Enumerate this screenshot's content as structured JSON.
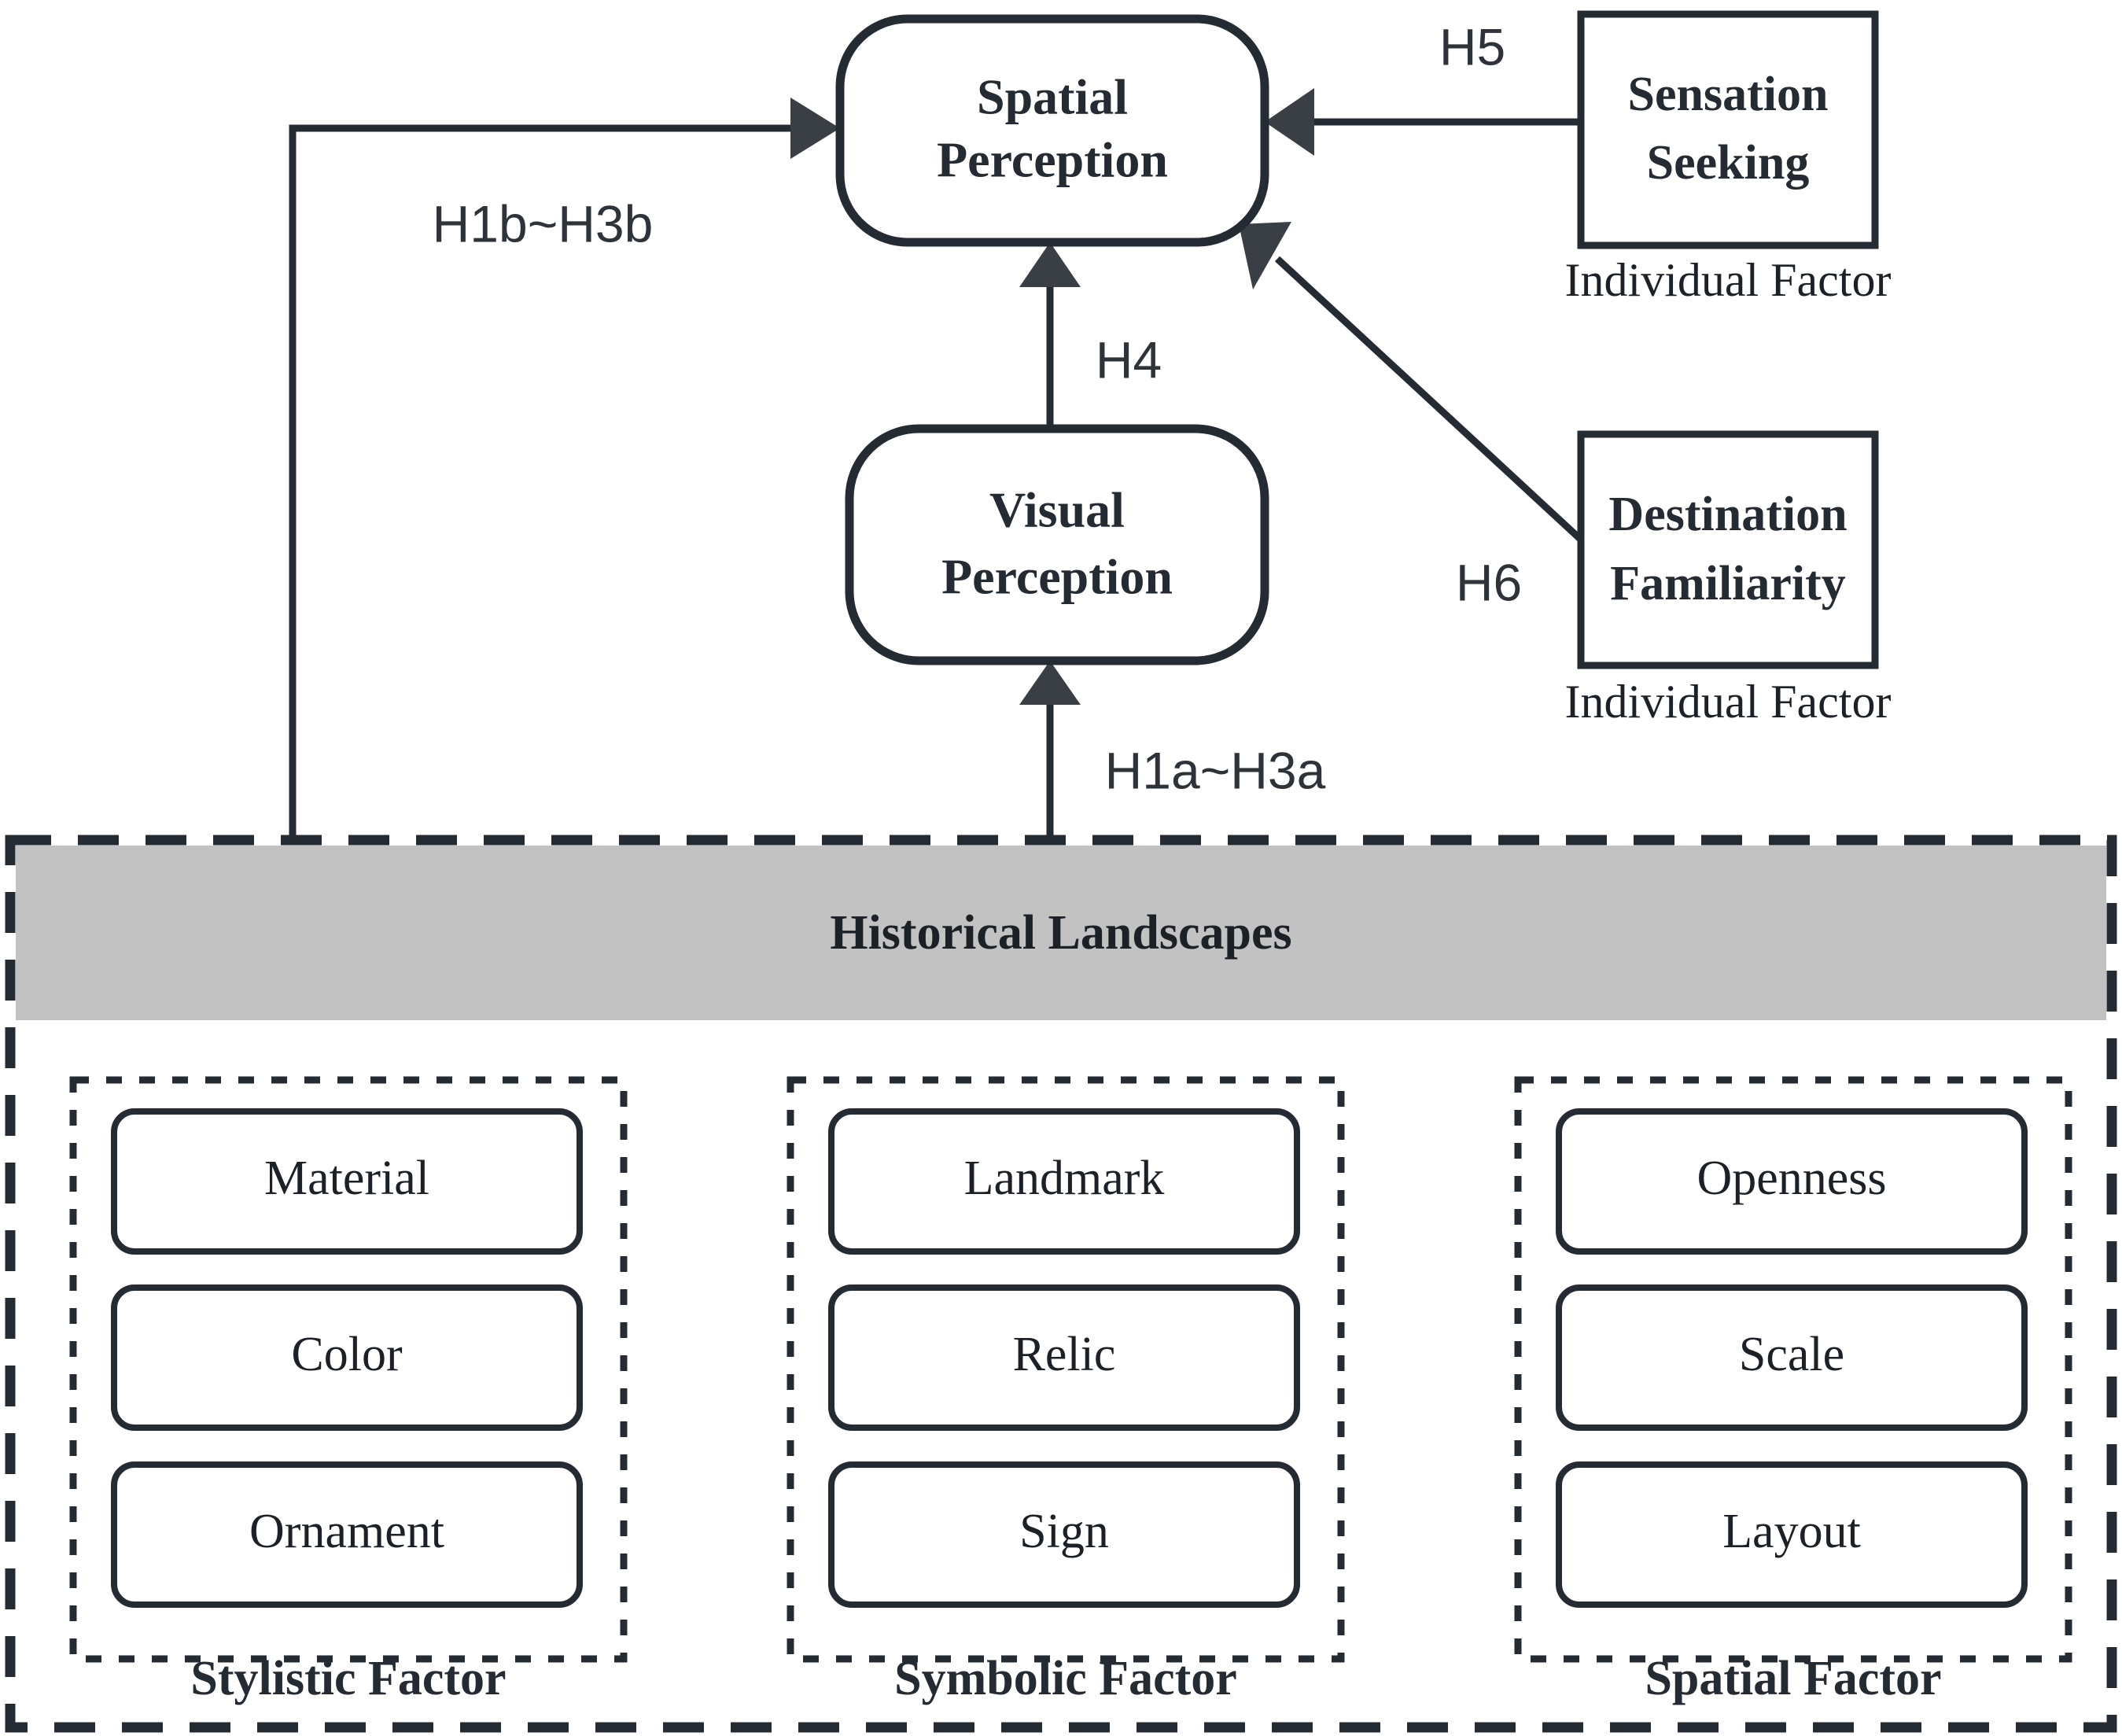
{
  "diagram": {
    "title_band": "Historical Landscapes",
    "accent_gray": "#c2c2c2",
    "line_color": "#252b33"
  },
  "nodes": {
    "spatial_perception": {
      "line1": "Spatial",
      "line2": "Perception"
    },
    "visual_perception": {
      "line1": "Visual",
      "line2": "Perception"
    },
    "sensation_seeking": {
      "line1": "Sensation",
      "line2": "Seeking",
      "caption": "Individual Factor"
    },
    "destination_familiarity": {
      "line1": "Destination",
      "line2": "Familiarity",
      "caption": "Individual Factor"
    }
  },
  "hypotheses": {
    "h1b_h3b": "H1b~H3b",
    "h1a_h3a": "H1a~H3a",
    "h4": "H4",
    "h5": "H5",
    "h6": "H6"
  },
  "factor_groups": [
    {
      "caption": "Stylistic Factor",
      "items": [
        "Material",
        "Color",
        "Ornament"
      ]
    },
    {
      "caption": "Symbolic Factor",
      "items": [
        "Landmark",
        "Relic",
        "Sign"
      ]
    },
    {
      "caption": "Spatial Factor",
      "items": [
        "Openness",
        "Scale",
        "Layout"
      ]
    }
  ]
}
